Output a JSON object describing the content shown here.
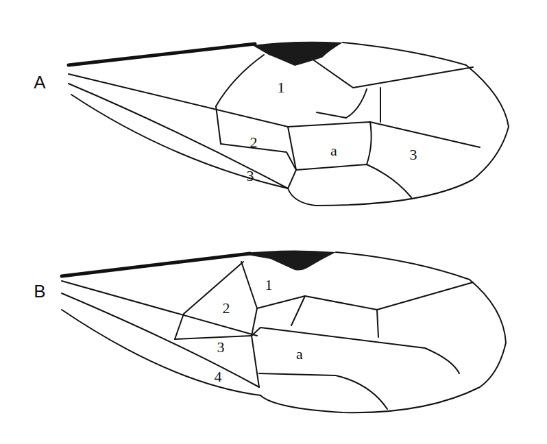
{
  "diagram": {
    "labels": [
      "A",
      "1",
      "2",
      "a",
      "3",
      "3",
      "B",
      "1",
      "2",
      "3",
      "4",
      "a"
    ]
  }
}
